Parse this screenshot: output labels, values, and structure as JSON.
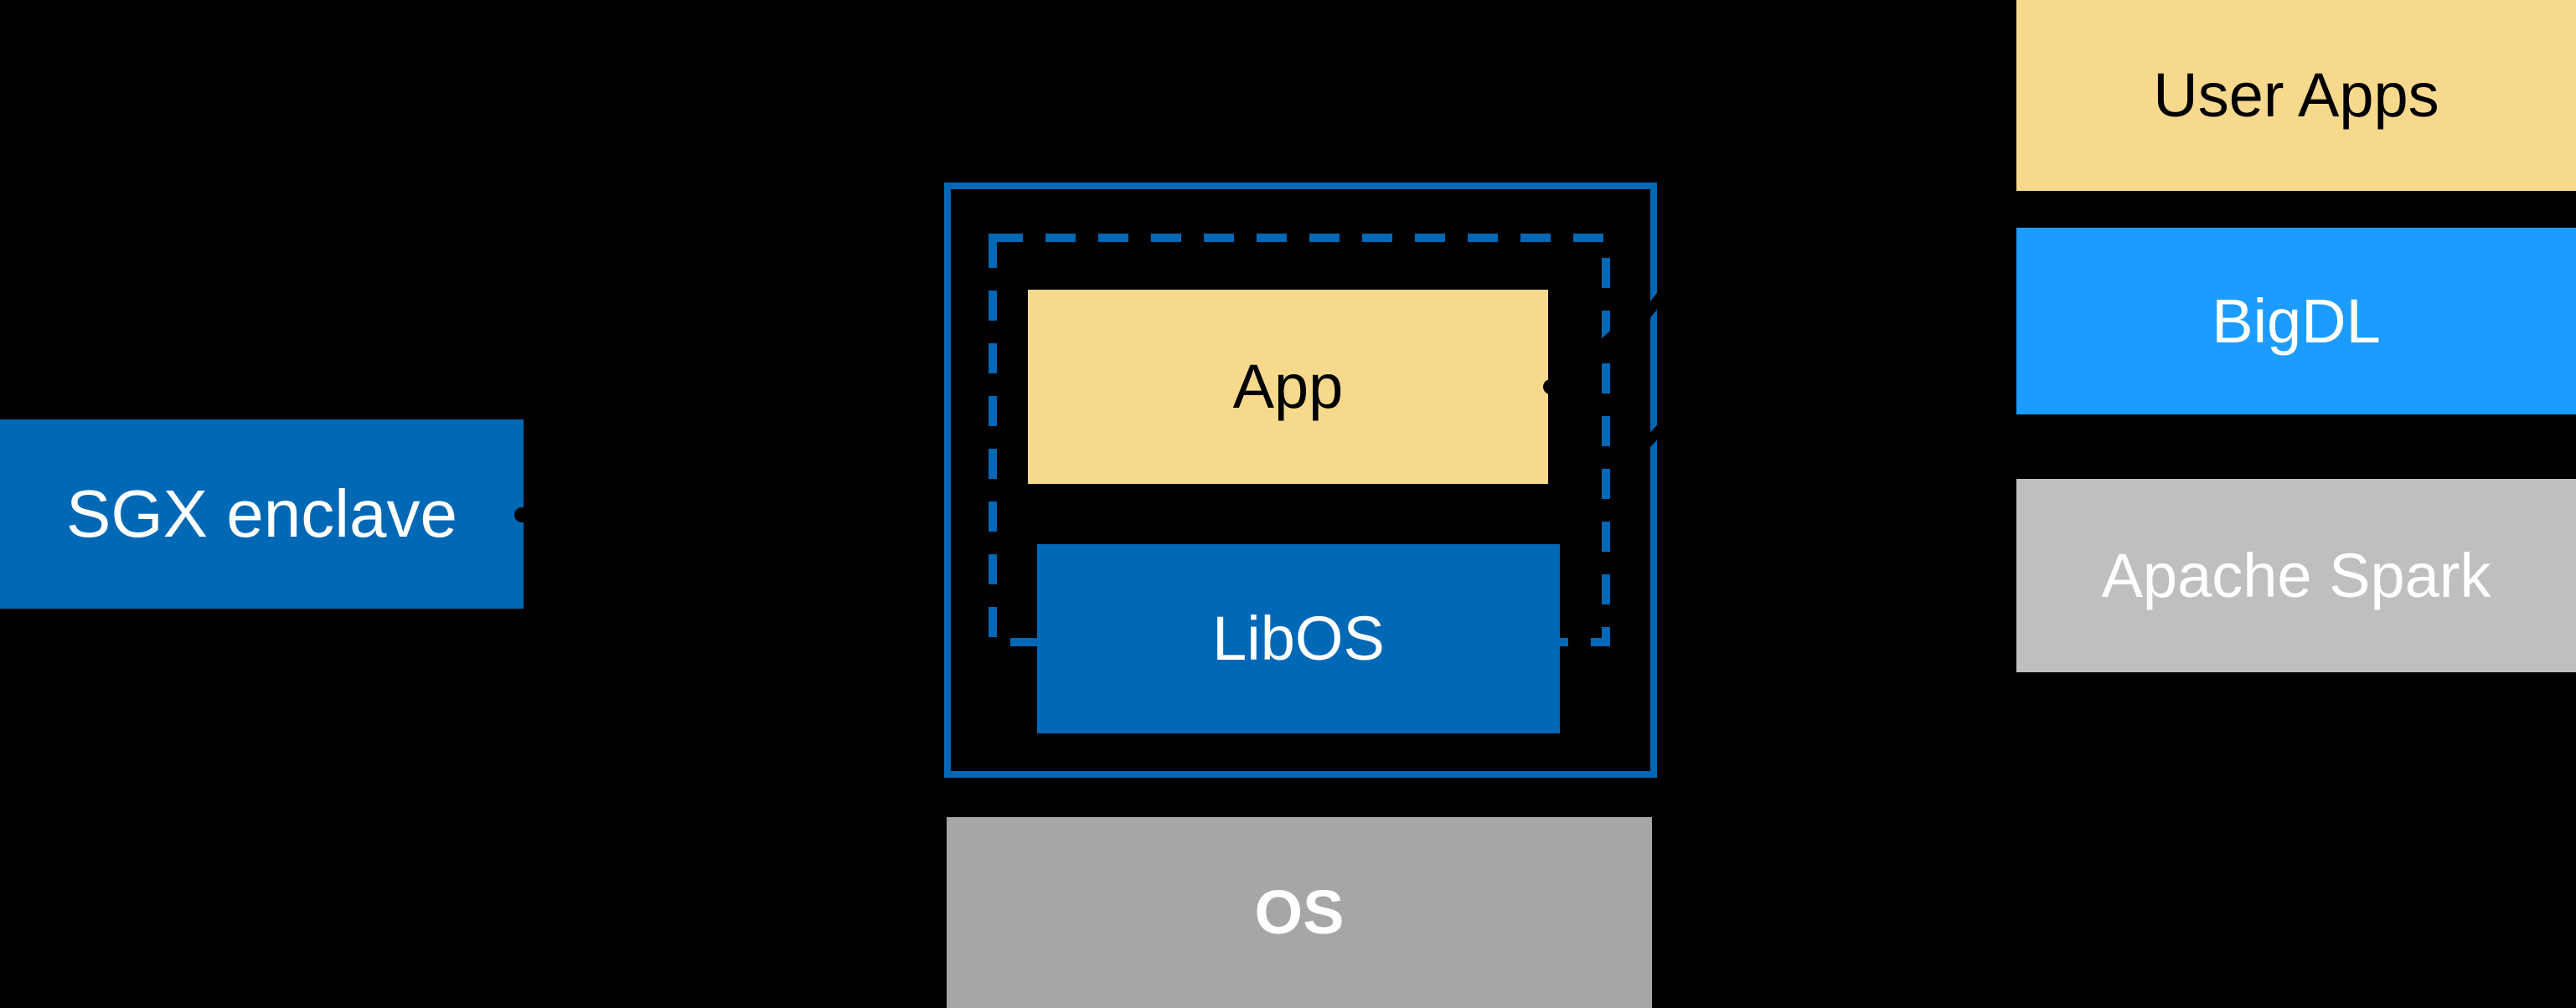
{
  "diagram": {
    "background": "#000000",
    "colors": {
      "intel_blue": "#0068B5",
      "bright_blue": "#1C9CFF",
      "yellow": "#F6D98D",
      "gray_os": "#A6A6A6",
      "gray_spark": "#BFBFBF",
      "text_light": "#FFFFFF",
      "text_dark": "#000000"
    },
    "nodes": {
      "sgx_enclave": {
        "label": "SGX enclave"
      },
      "app": {
        "label": "App"
      },
      "libos": {
        "label": "LibOS"
      },
      "os": {
        "label": "OS"
      },
      "user_apps": {
        "label": "User Apps"
      },
      "bigdl": {
        "label": "BigDL"
      },
      "apache_spark": {
        "label": "Apache Spark"
      }
    },
    "connectors": {
      "sgx_label_dot": "black connector end-dot at right edge of SGX enclave label box",
      "app_edge_dot": "black connector end-dot at right edge of App box",
      "border_cross_marks": "black diagonal connector segments crossing the blue enclave borders"
    }
  }
}
